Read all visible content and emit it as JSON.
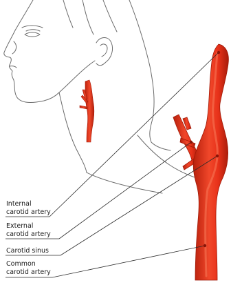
{
  "labels": [
    {
      "id": "internal",
      "lines": [
        "Internal",
        "carotid artery"
      ]
    },
    {
      "id": "external",
      "lines": [
        "External",
        "carotid artery"
      ]
    },
    {
      "id": "sinus",
      "lines": [
        "Carotid sinus"
      ]
    },
    {
      "id": "common",
      "lines": [
        "Common",
        "carotid artery"
      ]
    }
  ],
  "colors": {
    "artery": "#e8321a",
    "artery_dark": "#b8200c",
    "artery_highlight": "#f56a4a",
    "sketch_line": "#6a6a6a",
    "leader_line": "#2a2a2a",
    "marker_dot": "#8a1408"
  }
}
